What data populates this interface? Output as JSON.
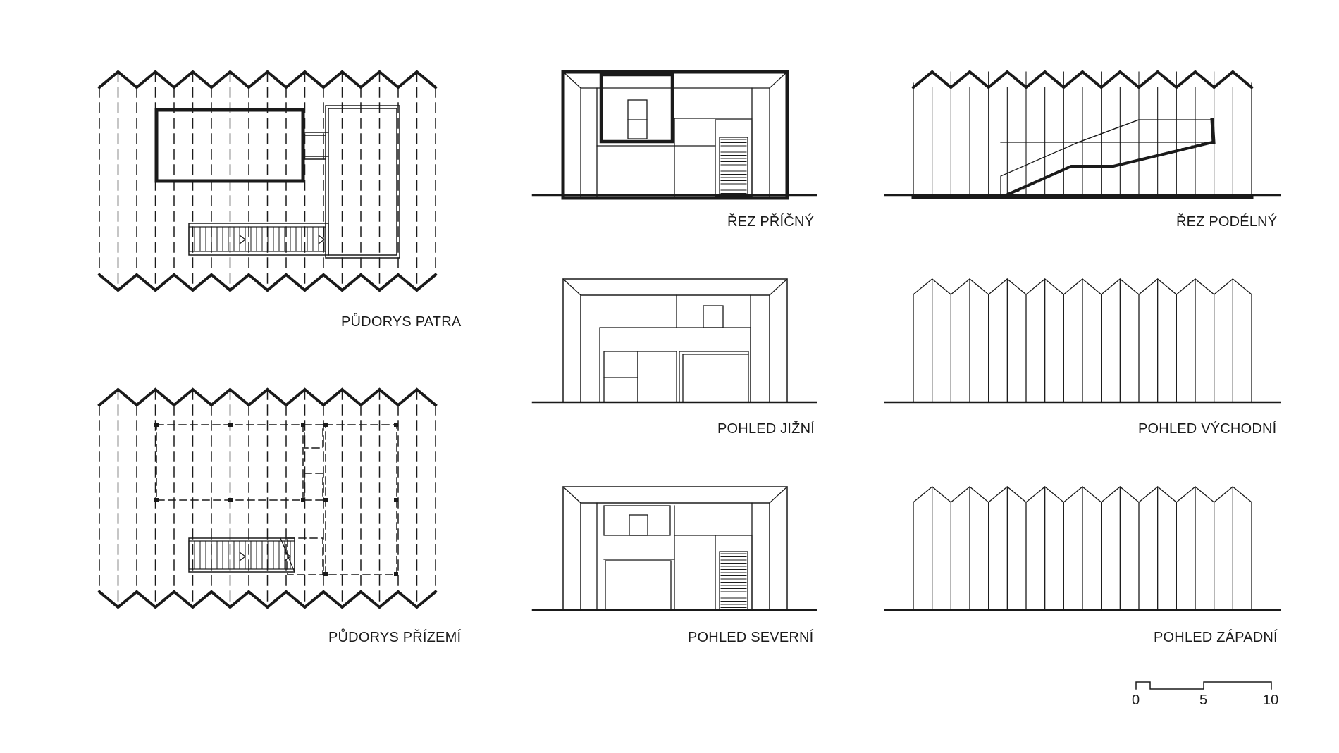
{
  "drawings": {
    "floor_plan_upper": {
      "title": "PŮDORYS PATRA"
    },
    "floor_plan_ground": {
      "title": "PŮDORYS PŘÍZEMÍ"
    },
    "section_cross": {
      "title": "ŘEZ PŘÍČNÝ"
    },
    "section_long": {
      "title": "ŘEZ PODÉLNÝ"
    },
    "elev_south": {
      "title": "POHLED JIŽNÍ"
    },
    "elev_east": {
      "title": "POHLED VÝCHODNÍ"
    },
    "elev_north": {
      "title": "POHLED SEVERNÍ"
    },
    "elev_west": {
      "title": "POHLED ZÁPADNÍ"
    }
  },
  "scale_bar": {
    "tick_0": "0",
    "tick_5": "5",
    "tick_10": "10"
  },
  "colors": {
    "ink": "#1a1a1a",
    "paper": "#ffffff"
  }
}
